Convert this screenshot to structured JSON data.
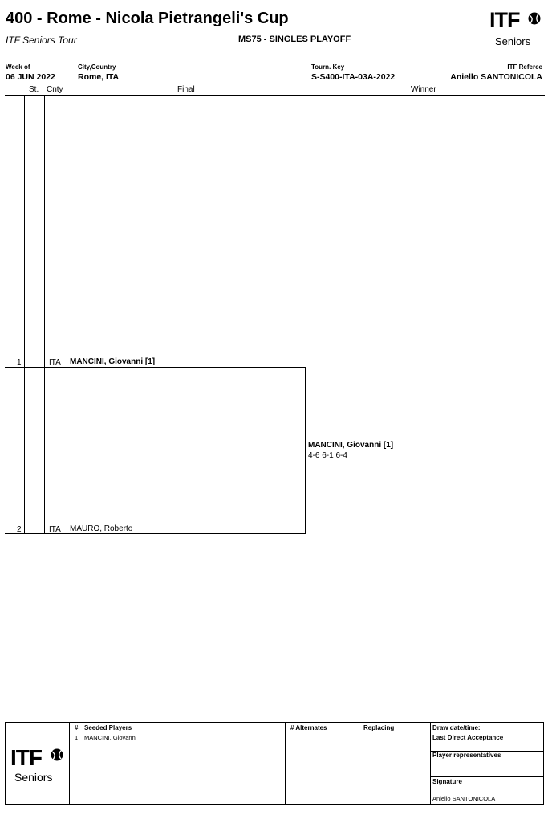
{
  "header": {
    "title": "400 - Rome - Nicola Pietrangeli's Cup",
    "subtitle": "ITF Seniors Tour",
    "event": "MS75 - SINGLES PLAYOFF",
    "logo_main": "ITF",
    "logo_sub": "Seniors"
  },
  "info": {
    "week_label": "Week of",
    "week_value": "06 JUN 2022",
    "city_label": "City,Country",
    "city_value": "Rome, ITA",
    "key_label": "Tourn. Key",
    "key_value": "S-S400-ITA-03A-2022",
    "referee_label": "ITF Referee",
    "referee_value": "Aniello SANTONICOLA"
  },
  "columns": {
    "st": "St.",
    "cnty": "Cnty",
    "final": "Final",
    "winner": "Winner"
  },
  "draw": {
    "players": [
      {
        "pos": "1",
        "cnty": "ITA",
        "name": "MANCINI, Giovanni [1]"
      },
      {
        "pos": "2",
        "cnty": "ITA",
        "name": "MAURO, Roberto"
      }
    ],
    "winner": {
      "name": "MANCINI, Giovanni [1]",
      "score": "4-6 6-1 6-4"
    }
  },
  "footer": {
    "logo_main": "ITF",
    "logo_sub": "Seniors",
    "seeded_hash": "#",
    "seeded_label": "Seeded Players",
    "seeded": [
      {
        "num": "1",
        "name": "MANCINI, Giovanni"
      }
    ],
    "alternates_label": "# Alternates",
    "replacing_label": "Replacing",
    "draw_date_label": "Draw date/time:",
    "last_da_label": "Last Direct Acceptance",
    "player_rep_label": "Player representatives",
    "signature_label": "Signature",
    "signature_value": "Aniello SANTONICOLA"
  }
}
